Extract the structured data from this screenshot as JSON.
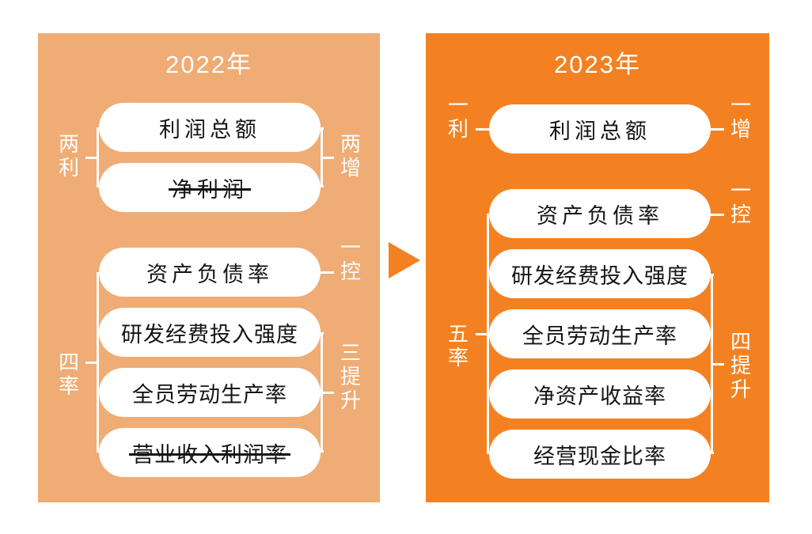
{
  "figure": {
    "kind": "comparison-diagram",
    "arrow_icon": "right-triangle-arrow",
    "colors": {
      "panel_2022_bg": "#efac74",
      "panel_2023_bg": "#f48121",
      "box_bg": "#ffffff",
      "box_text": "#141414",
      "bracket_and_label": "#ffffff",
      "arrow": "#f48121",
      "page_bg": "#ffffff"
    }
  },
  "panel_2022": {
    "title": "2022年",
    "boxes": [
      {
        "label": "利润总额",
        "struck_through": false
      },
      {
        "label": "净利润",
        "struck_through": true
      },
      {
        "label": "资产负债率",
        "struck_through": false
      },
      {
        "label": "研发经费投入强度",
        "struck_through": false
      },
      {
        "label": "全员劳动生产率",
        "struck_through": false
      },
      {
        "label": "营业收入利润率",
        "struck_through": true
      }
    ],
    "left_groups": [
      {
        "label": "两利",
        "covers": [
          "利润总额",
          "净利润"
        ]
      },
      {
        "label": "四率",
        "covers": [
          "资产负债率",
          "研发经费投入强度",
          "全员劳动生产率",
          "营业收入利润率"
        ]
      }
    ],
    "right_groups": [
      {
        "label": "两增",
        "covers": [
          "利润总额",
          "净利润"
        ]
      },
      {
        "label": "一控",
        "covers": [
          "资产负债率"
        ]
      },
      {
        "label": "三提升",
        "covers": [
          "研发经费投入强度",
          "全员劳动生产率",
          "营业收入利润率"
        ]
      }
    ]
  },
  "panel_2023": {
    "title": "2023年",
    "boxes": [
      {
        "label": "利润总额",
        "struck_through": false
      },
      {
        "label": "资产负债率",
        "struck_through": false
      },
      {
        "label": "研发经费投入强度",
        "struck_through": false
      },
      {
        "label": "全员劳动生产率",
        "struck_through": false
      },
      {
        "label": "净资产收益率",
        "struck_through": false
      },
      {
        "label": "经营现金比率",
        "struck_through": false
      }
    ],
    "left_groups": [
      {
        "label": "一利",
        "covers": [
          "利润总额"
        ]
      },
      {
        "label": "五率",
        "covers": [
          "资产负债率",
          "研发经费投入强度",
          "全员劳动生产率",
          "净资产收益率",
          "经营现金比率"
        ]
      }
    ],
    "right_groups": [
      {
        "label": "一增",
        "covers": [
          "利润总额"
        ]
      },
      {
        "label": "一控",
        "covers": [
          "资产负债率"
        ]
      },
      {
        "label": "四提升",
        "covers": [
          "研发经费投入强度",
          "全员劳动生产率",
          "净资产收益率",
          "经营现金比率"
        ]
      }
    ]
  }
}
